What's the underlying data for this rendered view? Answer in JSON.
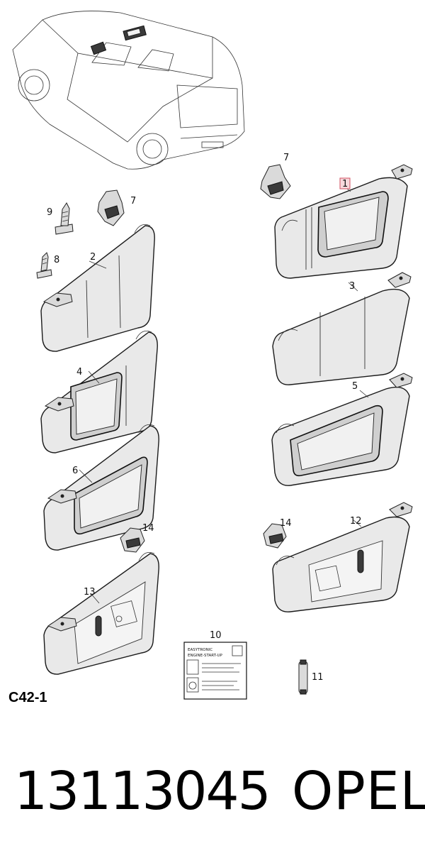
{
  "diagram": {
    "code": "C42-1",
    "callouts": [
      {
        "id": "c1",
        "text": "1"
      },
      {
        "id": "c2",
        "text": "2"
      },
      {
        "id": "c3",
        "text": "3"
      },
      {
        "id": "c4",
        "text": "4"
      },
      {
        "id": "c5",
        "text": "5"
      },
      {
        "id": "c6",
        "text": "6"
      },
      {
        "id": "c7a",
        "text": "7"
      },
      {
        "id": "c7b",
        "text": "7"
      },
      {
        "id": "c8",
        "text": "8"
      },
      {
        "id": "c9",
        "text": "9"
      },
      {
        "id": "c10",
        "text": "10"
      },
      {
        "id": "c11",
        "text": "11"
      },
      {
        "id": "c12",
        "text": "12"
      },
      {
        "id": "c13",
        "text": "13"
      },
      {
        "id": "c14a",
        "text": "14"
      },
      {
        "id": "c14b",
        "text": "14"
      }
    ],
    "highlighted_callout": "1",
    "label_sticker": {
      "line1": "EASYTRONIC",
      "line2": "ENGINE-START-UP"
    }
  },
  "footer": {
    "part_number": "13113045",
    "brand": "OPEL"
  },
  "colors": {
    "highlight_fill": "#f8d9dc",
    "highlight_stroke": "#d05060"
  }
}
